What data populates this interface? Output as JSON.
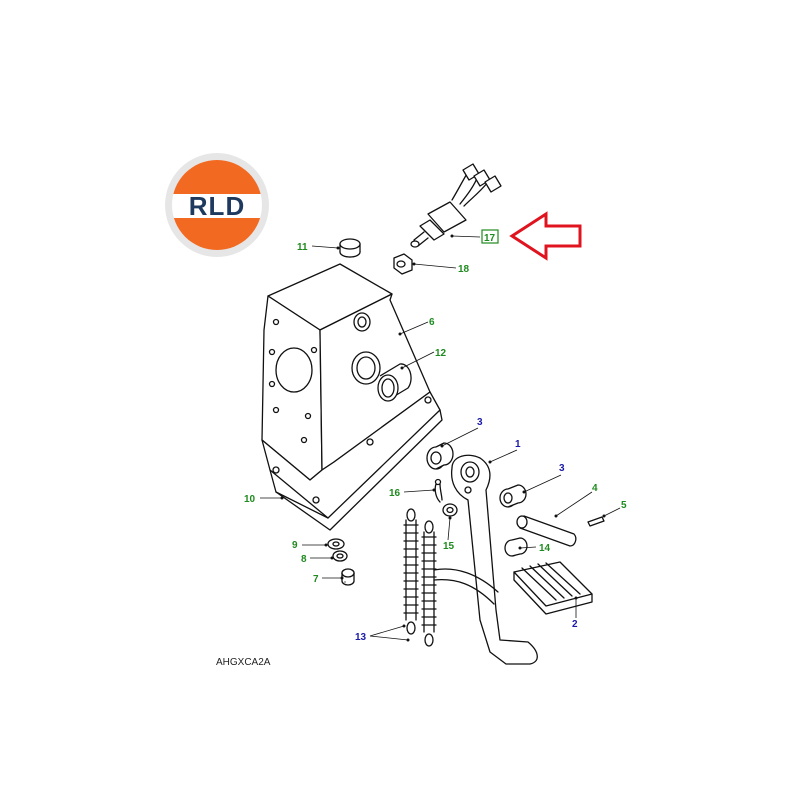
{
  "logo": {
    "text": "RLD",
    "colors": {
      "orange": "#f26a22",
      "navy": "#1f3a5f",
      "ring": "#e6e6e6"
    }
  },
  "diagram_code": "AHGXCA2A",
  "callouts": [
    {
      "id": "c1",
      "label": "1",
      "color": "blue"
    },
    {
      "id": "c2",
      "label": "2",
      "color": "blue"
    },
    {
      "id": "c3a",
      "label": "3",
      "color": "blue"
    },
    {
      "id": "c3b",
      "label": "3",
      "color": "blue"
    },
    {
      "id": "c4",
      "label": "4",
      "color": "green"
    },
    {
      "id": "c5",
      "label": "5",
      "color": "green"
    },
    {
      "id": "c6",
      "label": "6",
      "color": "green"
    },
    {
      "id": "c7",
      "label": "7",
      "color": "green"
    },
    {
      "id": "c8",
      "label": "8",
      "color": "green"
    },
    {
      "id": "c9",
      "label": "9",
      "color": "green"
    },
    {
      "id": "c10",
      "label": "10",
      "color": "green"
    },
    {
      "id": "c11",
      "label": "11",
      "color": "green"
    },
    {
      "id": "c12",
      "label": "12",
      "color": "green"
    },
    {
      "id": "c13",
      "label": "13",
      "color": "blue"
    },
    {
      "id": "c14",
      "label": "14",
      "color": "green"
    },
    {
      "id": "c15",
      "label": "15",
      "color": "green"
    },
    {
      "id": "c16",
      "label": "16",
      "color": "green"
    },
    {
      "id": "c17",
      "label": "17",
      "color": "green",
      "boxed": true
    },
    {
      "id": "c18",
      "label": "18",
      "color": "green"
    }
  ],
  "highlight_arrow": {
    "color": "#e0141e",
    "points_to": "17"
  },
  "label_colors": {
    "green": "#1f8a1f",
    "blue": "#1a1aa6"
  }
}
